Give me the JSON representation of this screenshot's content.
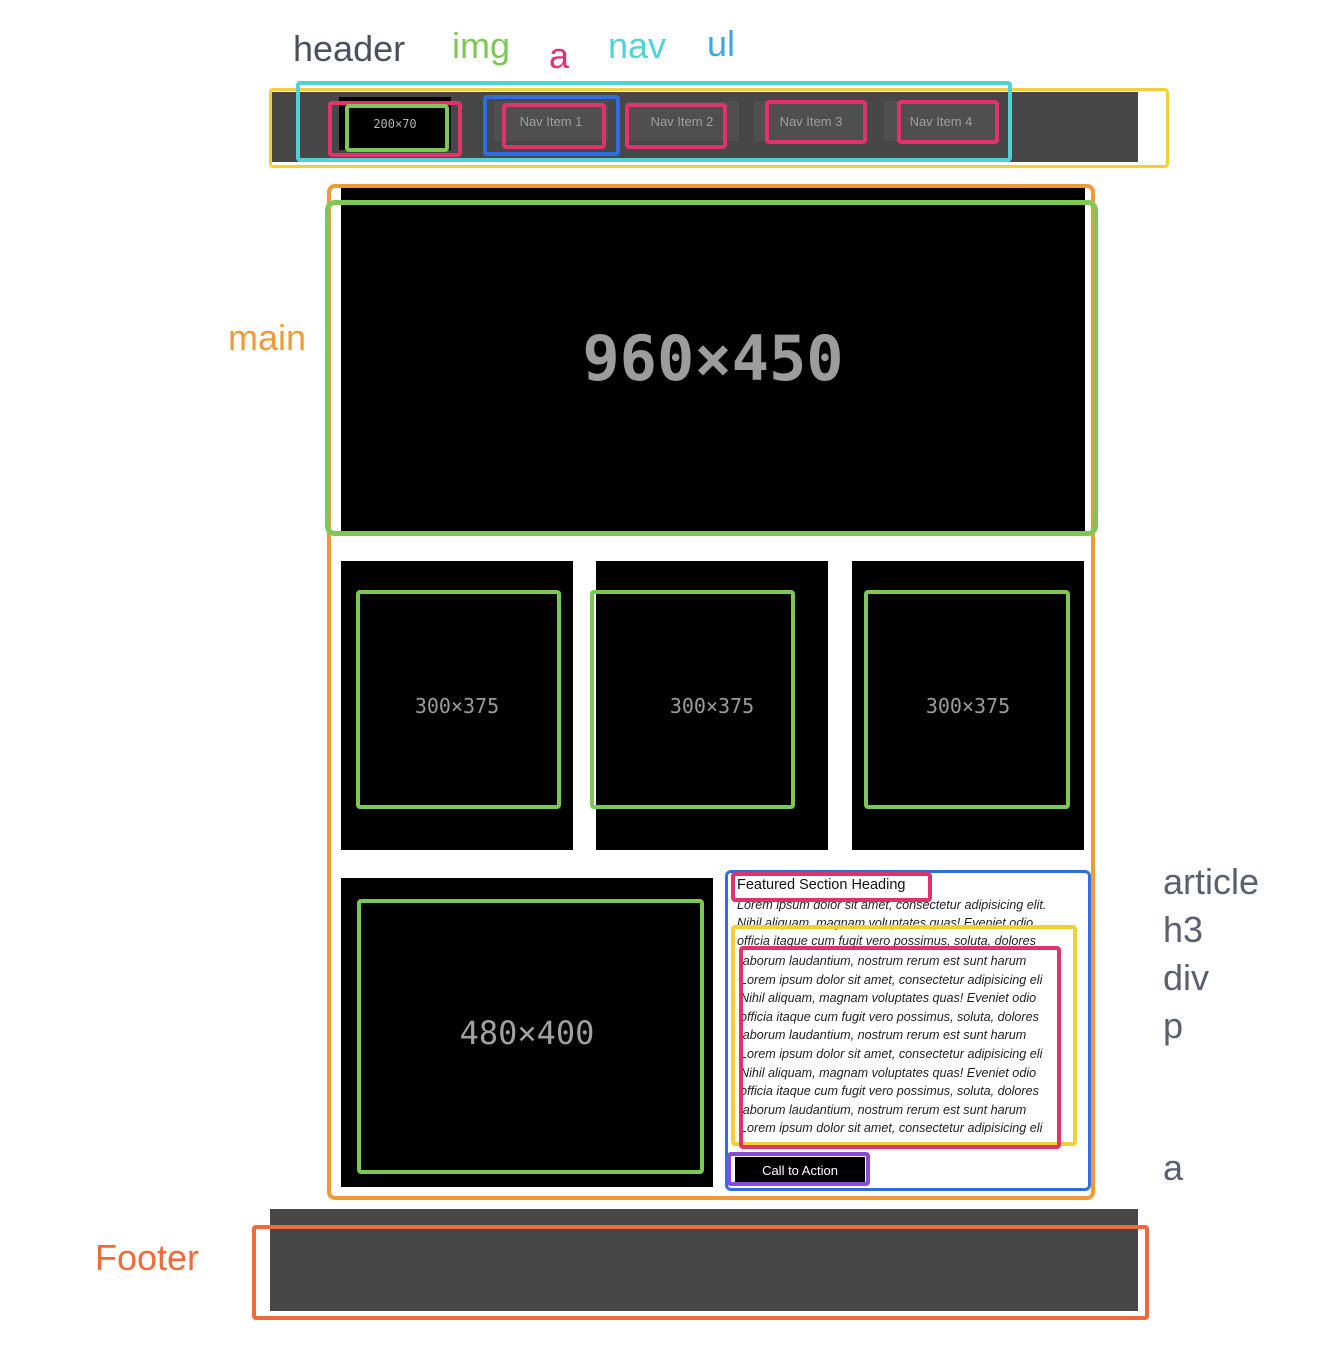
{
  "labels": {
    "header": "header",
    "img": "img",
    "a": "a",
    "nav": "nav",
    "ul": "ul",
    "main": "main",
    "article": "article",
    "h3": "h3",
    "div": "div",
    "p": "p",
    "a2": "a",
    "footer": "Footer"
  },
  "header": {
    "logo": "200×70",
    "nav_items": [
      "Nav Item 1",
      "Nav Item 2",
      "Nav Item 3",
      "Nav Item 4"
    ]
  },
  "main": {
    "hero": "960×450",
    "cards": [
      "300×375",
      "300×375",
      "300×375"
    ],
    "feature_image": "480×400",
    "article": {
      "heading": "Featured Section Heading",
      "text_top": "Lorem ipsum dolor sit amet, consectetur adipisicing elit.\nNihil aliquam, magnam voluptates quas! Eveniet odio\nofficia itaque cum fugit vero possimus, soluta, dolores",
      "paragraph": "laborum laudantium, nostrum rerum est sunt harum\nLorem ipsum dolor sit amet, consectetur adipisicing eli\nNihil aliquam, magnam voluptates quas! Eveniet odio\nofficia itaque cum fugit vero possimus, soluta, dolores\nlaborum laudantium, nostrum rerum est sunt harum\nLorem ipsum dolor sit amet, consectetur adipisicing eli\nNihil aliquam, magnam voluptates quas! Eveniet odio\nofficia itaque cum fugit vero possimus, soluta, dolores\nlaborum laudantium, nostrum rerum est sunt harum\nLorem ipsum dolor sit amet, consectetur adipisicing eli",
      "cta": "Call to Action"
    }
  },
  "colors": {
    "header_label": "#4a5060",
    "img": "#7dc855",
    "a": "#e0336e",
    "nav": "#4fd3d6",
    "ul": "#39a9e6",
    "main": "#f09a35",
    "article": "#2f6de0",
    "div": "#f5cf3a",
    "cta": "#8a4ae0",
    "footer": "#f06a3a",
    "side_label": "#5a6070"
  }
}
